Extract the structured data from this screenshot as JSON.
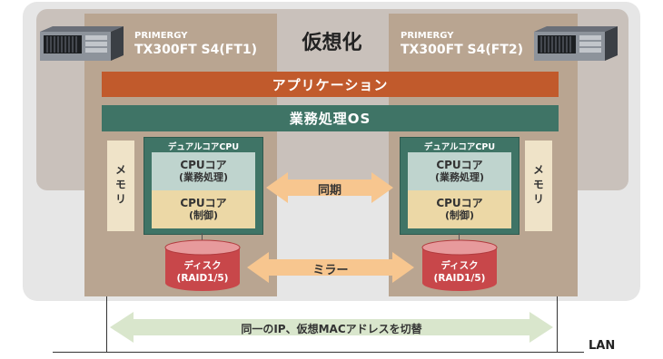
{
  "title": "仮想化",
  "server_left": {
    "brand": "PRIMERGY",
    "model": "TX300FT S4(FT1)"
  },
  "server_right": {
    "brand": "PRIMERGY",
    "model": "TX300FT S4(FT2)"
  },
  "application": "アプリケーション",
  "os": "業務処理OS",
  "memory": "メモリ",
  "cpu": {
    "title": "デュアルコアCPU",
    "core1_line1": "CPUコア",
    "core1_line2": "(業務処理)",
    "core2_line1": "CPUコア",
    "core2_line2": "(制御)"
  },
  "disk": {
    "line1": "ディスク",
    "line2": "(RAID1/5)"
  },
  "sync_label": "同期",
  "mirror_label": "ミラー",
  "network_label": "同一のIP、仮想MACアドレスを切替",
  "lan_label": "LAN",
  "colors": {
    "application": "#c15a2c",
    "os": "#3f7466",
    "server_panel": "#b9a591",
    "arrow": "#f7c68f",
    "network_arrow": "#d9e6cc",
    "disk": "#c8474a"
  }
}
